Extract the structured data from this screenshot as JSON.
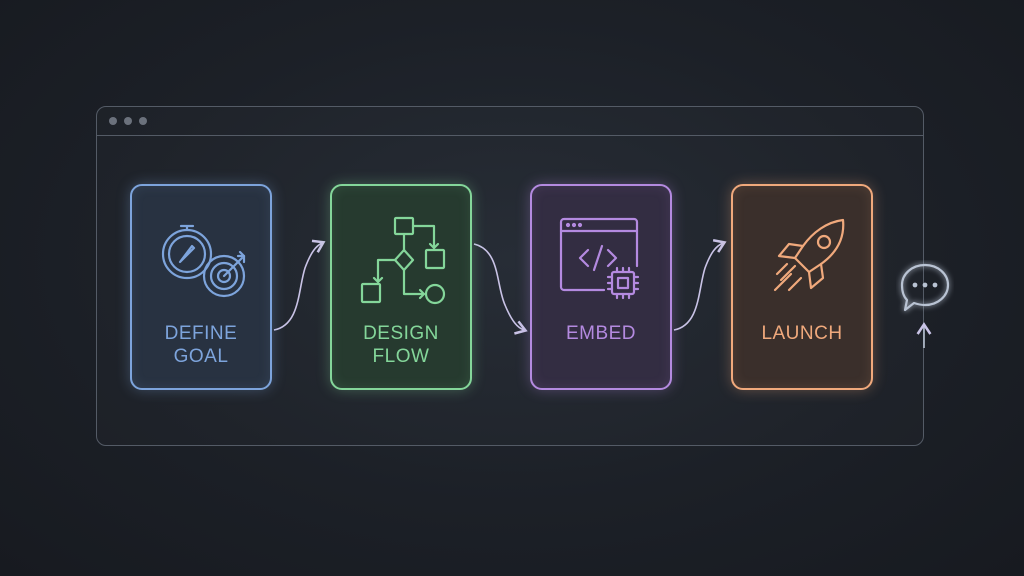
{
  "colors": {
    "background": "#1c2027",
    "window_border": "#545b66",
    "connector": "#c9c3e6",
    "chat": "#b9c3d3"
  },
  "steps": [
    {
      "label": "DEFINE\nGOAL",
      "icon": "compass-target-icon",
      "color": "#7da4dc",
      "fill": "#283241"
    },
    {
      "label": "DESIGN\nFLOW",
      "icon": "flowchart-icon",
      "color": "#84d69a",
      "fill": "#263a2f"
    },
    {
      "label": "EMBED",
      "icon": "code-chip-icon",
      "color": "#b48ae0",
      "fill": "#332d42"
    },
    {
      "label": "LAUNCH",
      "icon": "rocket-icon",
      "color": "#f0a97c",
      "fill": "#3a2f2b"
    }
  ],
  "chat": {
    "icon": "chat-bubble-icon"
  }
}
